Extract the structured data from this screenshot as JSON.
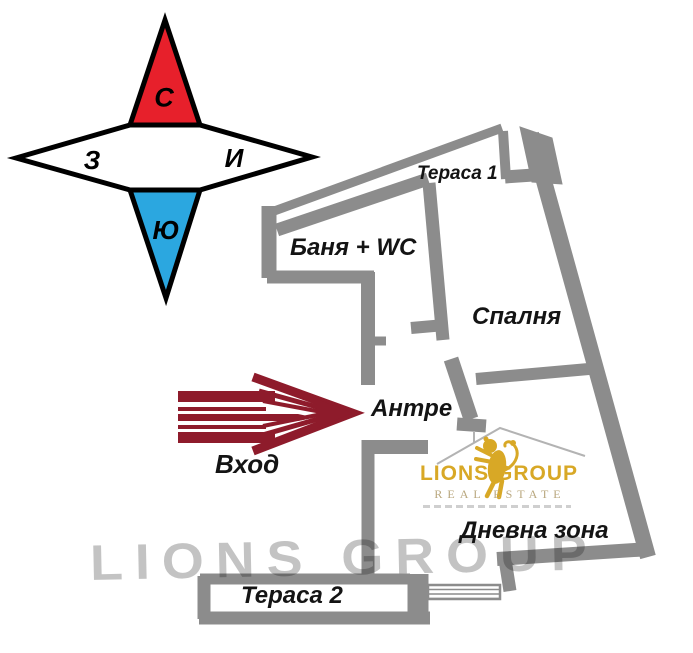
{
  "theme": {
    "wall_color": "#8c8c8c",
    "compass_north_color": "#e7202b",
    "compass_south_color": "#2ba7e0",
    "arrow_color": "#8e1b2b",
    "logo_gold": "#d8a826",
    "logo_subtitle_color": "#b9a77e"
  },
  "compass": {
    "north": "С",
    "west": "З",
    "east": "И",
    "south": "Ю"
  },
  "entrance": {
    "label": "Вход"
  },
  "rooms": {
    "terrace1": "Тераса 1",
    "bath": "Баня + WC",
    "bedroom": "Спалня",
    "hall": "Антре",
    "living": "Дневна зона",
    "terrace2": "Тераса 2"
  },
  "logo": {
    "title": "LIONS GROUP",
    "subtitle": "REAL ESTATE"
  },
  "watermark": {
    "text": "LIONS GROUP"
  }
}
